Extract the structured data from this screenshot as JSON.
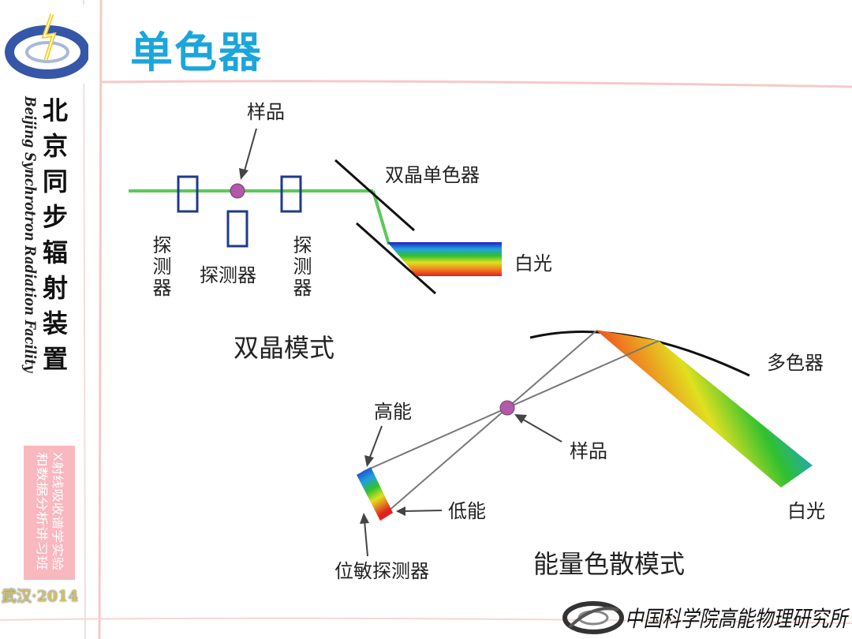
{
  "slide": {
    "title": "单色器",
    "vertical_title_cn": [
      "北",
      "京",
      "同",
      "步",
      "辐",
      "射",
      "装",
      "置"
    ],
    "vertical_title_en": "Beijing Synchrotron Radiation Facility",
    "course_label": "X射线吸收谱学实验和数据分析讲习班",
    "course_col1": "X射线吸收谱学实验",
    "course_col2": "和数据分析讲习班",
    "event": "武汉·2014",
    "institute": "中国科学院高能物理研究所"
  },
  "diagram_top": {
    "sample_label": "样品",
    "monochromator_label": "双晶单色器",
    "detector_left": "探测器",
    "detector_middle": "探测器",
    "detector_right": "探测器",
    "white_light": "白光",
    "mode": "双晶模式"
  },
  "diagram_bottom": {
    "polychromator_label": "多色器",
    "high_energy": "高能",
    "low_energy": "低能",
    "sample_label": "样品",
    "white_light": "白光",
    "psd_label": "位敏探测器",
    "mode": "能量色散模式"
  },
  "colors": {
    "title": "#1aa6dc",
    "beam": "#5cc85a",
    "detector": "#1f3a8a",
    "sample": "#b05aa8",
    "course_box": "#f9b7be"
  }
}
